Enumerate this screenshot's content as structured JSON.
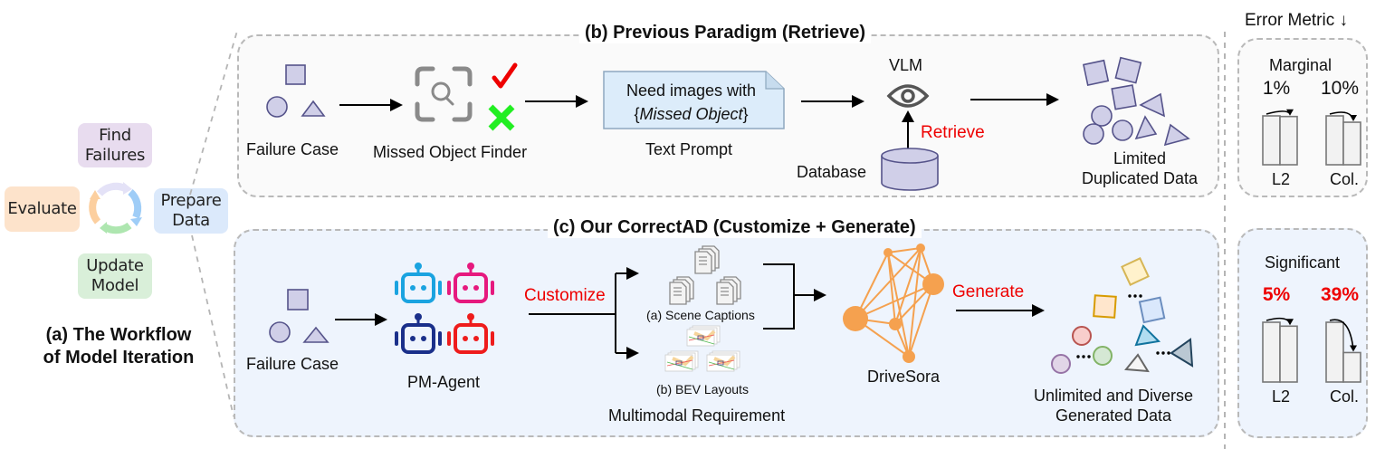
{
  "workflow": {
    "caption_line1": "(a) The Workflow",
    "caption_line2": "of Model Iteration",
    "steps": [
      {
        "id": "find",
        "line1": "Find",
        "line2": "Failures",
        "color": "#e8dcef"
      },
      {
        "id": "prepare",
        "line1": "Prepare",
        "line2": "Data",
        "color": "#dbe9fb"
      },
      {
        "id": "update",
        "line1": "Update",
        "line2": "Model",
        "color": "#d9efd9"
      },
      {
        "id": "evaluate",
        "line1": "Evaluate",
        "line2": "",
        "color": "#fde3cb"
      }
    ],
    "cycle_icon": "circular-arrows-icon"
  },
  "previous": {
    "title": "(b) Previous Paradigm (Retrieve)",
    "failure_case": "Failure Case",
    "finder": "Missed Object Finder",
    "prompt_line1": "Need images with",
    "prompt_open": "{",
    "prompt_italic": "Missed Object",
    "prompt_close": "}",
    "prompt_label": "Text Prompt",
    "vlm": "VLM",
    "retrieve": "Retrieve",
    "database": "Database",
    "result_line1": "Limited",
    "result_line2": "Duplicated Data",
    "check_icon": "checkmark-icon",
    "cross_icon": "cross-icon"
  },
  "ours": {
    "title": "(c) Our CorrectAD (Customize + Generate)",
    "failure_case": "Failure Case",
    "agent": "PM-Agent",
    "customize": "Customize",
    "scene_captions": "(a) Scene Captions",
    "bev_layouts": "(b) BEV Layouts",
    "requirement": "Multimodal Requirement",
    "generator": "DriveSora",
    "generate": "Generate",
    "result_line1": "Unlimited and Diverse",
    "result_line2": "Generated Data",
    "ellipsis": "···",
    "robot_colors": [
      "#1aa3e0",
      "#e6197e",
      "#1a2f8a",
      "#ee1c1c"
    ]
  },
  "metric": {
    "header": "Error Metric ↓",
    "marginal": {
      "title": "Marginal",
      "items": [
        {
          "label": "L2",
          "value": "1%",
          "reduction": 0.01
        },
        {
          "label": "Col.",
          "value": "10%",
          "reduction": 0.1
        }
      ]
    },
    "significant": {
      "title": "Significant",
      "items": [
        {
          "label": "L2",
          "value": "5%",
          "reduction": 0.05
        },
        {
          "label": "Col.",
          "value": "39%",
          "reduction": 0.39
        }
      ]
    }
  },
  "colors": {
    "shape_fill": "#d0cfe8",
    "shape_stroke": "#55538a",
    "accent_red": "#ee0000",
    "check_green": "#22ee22",
    "network_orange": "#f5a14f",
    "panel_b_bg": "#fafafa",
    "panel_c_bg": "#eef4fd"
  }
}
